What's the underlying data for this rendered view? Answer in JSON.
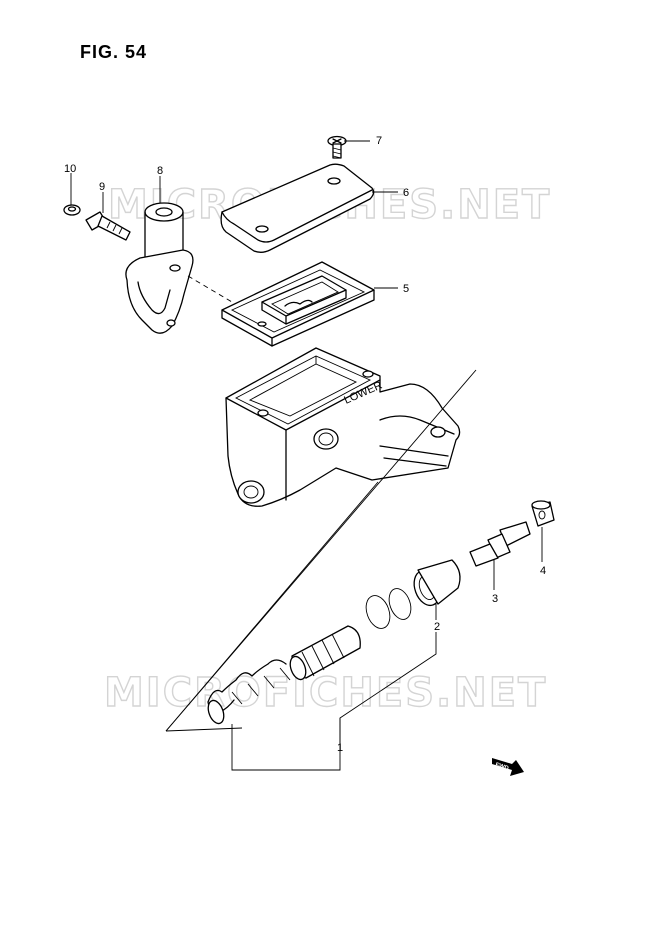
{
  "figure": {
    "title": "FIG. 54"
  },
  "watermark": {
    "text": "MICROFICHES.NET"
  },
  "callouts": [
    "1",
    "2",
    "3",
    "4",
    "5",
    "6",
    "7",
    "8",
    "9",
    "10"
  ],
  "reservoir_marking": "LOWER",
  "direction_label": "FWD"
}
